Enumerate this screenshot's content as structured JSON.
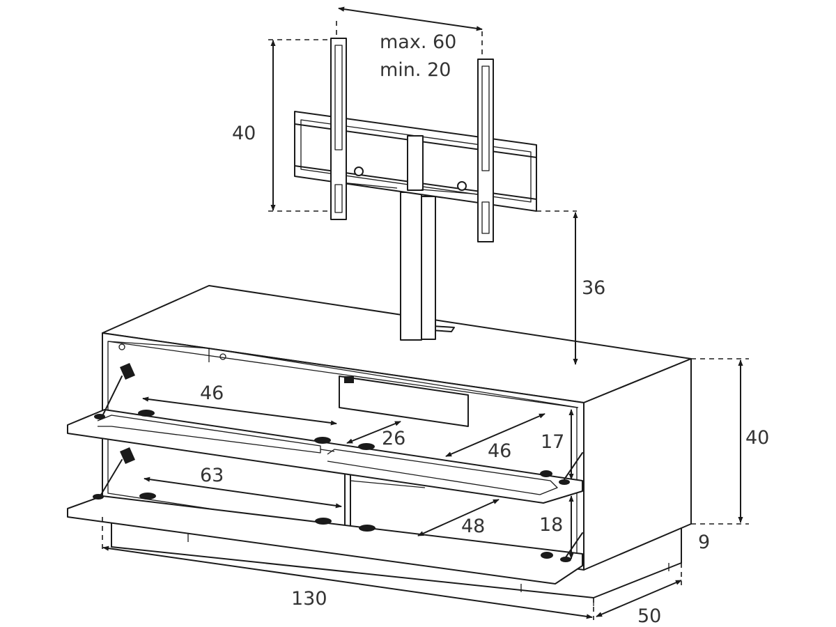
{
  "labels": {
    "mount_spacing_max": "max. 60",
    "mount_spacing_min": "min. 20",
    "mount_height": "40",
    "mount_elevation": "36",
    "shelf_upper_left": "46",
    "shelf_center_gap": "26",
    "shelf_upper_right": "46",
    "upper_clearance": "17",
    "shelf_lower_left": "63",
    "shelf_lower_right": "48",
    "lower_clearance": "18",
    "cabinet_height": "40",
    "plinth_height": "9",
    "cabinet_width": "130",
    "cabinet_depth": "50"
  }
}
